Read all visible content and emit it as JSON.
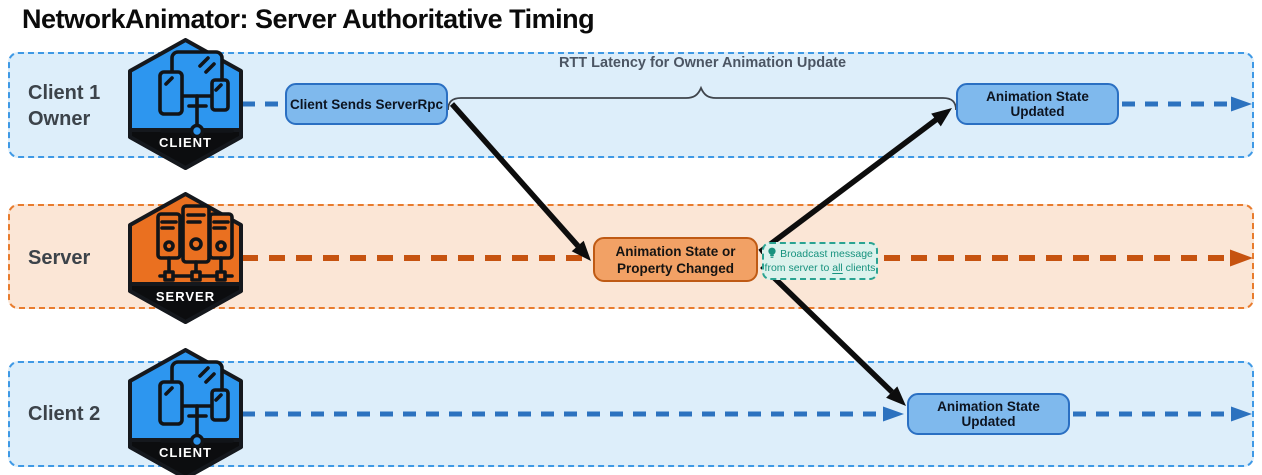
{
  "title": "NetworkAnimator: Server Authoritative Timing",
  "lanes": [
    {
      "id": "client1",
      "label_line1": "Client 1",
      "label_line2": "Owner",
      "badge": "CLIENT",
      "type": "client"
    },
    {
      "id": "server",
      "label_line1": "Server",
      "label_line2": "",
      "badge": "SERVER",
      "type": "server"
    },
    {
      "id": "client2",
      "label_line1": "Client 2",
      "label_line2": "",
      "badge": "CLIENT",
      "type": "client"
    }
  ],
  "nodes": {
    "client_sends_rpc": "Client Sends ServerRpc",
    "anim_state_updated_owner": "Animation State Updated",
    "server_change_line1": "Animation State or",
    "server_change_line2": "Property Changed",
    "anim_state_updated_client2": "Animation State Updated"
  },
  "annotations": {
    "rtt_label": "RTT Latency for Owner Animation Update",
    "broadcast_line1": "Broadcast message",
    "broadcast_line2_pre": "from server to ",
    "broadcast_line2_underlined": "all",
    "broadcast_line2_post": " clients"
  },
  "icons": {
    "client_badge_icon": "client-devices-icon",
    "server_badge_icon": "server-racks-icon",
    "note_icon": "lightbulb-icon"
  },
  "colors": {
    "client_lane_bg": "#ddeefa",
    "client_lane_border": "#3f99e5",
    "server_lane_bg": "#fbe6d6",
    "server_lane_border": "#e87c2e",
    "client_timeline": "#2c72bf",
    "server_timeline": "#c65310",
    "client_node_fill": "#7fb9ed",
    "client_node_border": "#2a6fc2",
    "server_node_fill": "#f2a165",
    "server_node_border": "#bf5a14",
    "client_hex": "#2d96ef",
    "server_hex": "#ea7020",
    "note_bg": "#dcf2ec",
    "note_border": "#2aa391",
    "note_text": "#17927e",
    "arrow_black": "#0d0d0d"
  }
}
